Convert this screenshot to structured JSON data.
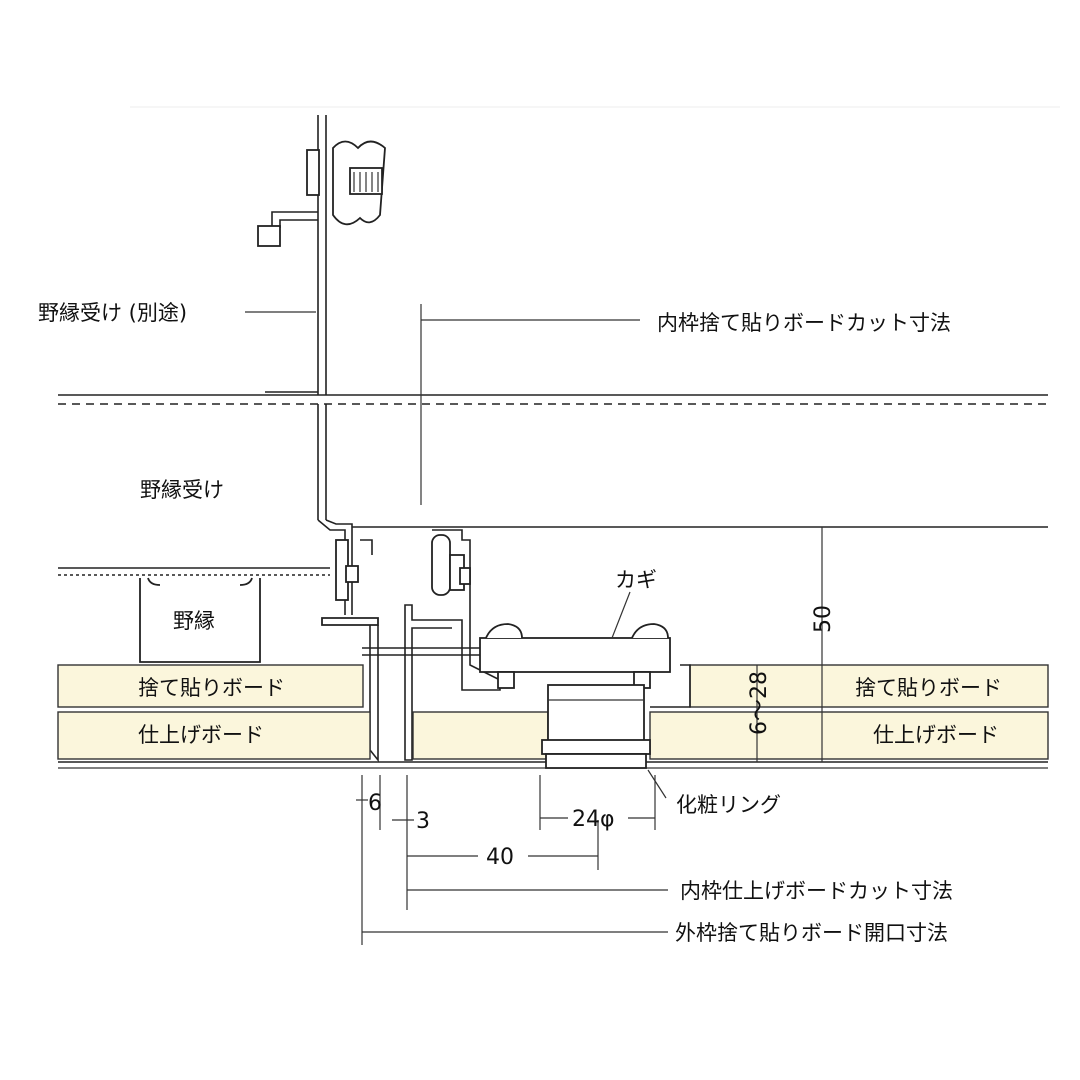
{
  "labels": {
    "nobuchi_uke_bettu": "野縁受け (別途)",
    "nobuchi_uke": "野縁受け",
    "nobuchi": "野縁",
    "inner_sutehari_cut": "内枠捨て貼りボードカット寸法",
    "kagi": "カギ",
    "sutehari_left": "捨て貼りボード",
    "shiage_left": "仕上げボード",
    "sutehari_right": "捨て貼りボード",
    "shiage_right": "仕上げボード",
    "kesho_ring": "化粧リング",
    "inner_shiage_cut": "内枠仕上げボードカット寸法",
    "outer_sutehari_opening": "外枠捨て貼りボード開口寸法"
  },
  "dimensions": {
    "d50": "50",
    "d6_28": "6～28",
    "d6": "6",
    "d3": "3",
    "d24phi": "24φ",
    "d40": "40"
  },
  "colors": {
    "board_fill": "#fbf6dc",
    "line": "#222222"
  }
}
